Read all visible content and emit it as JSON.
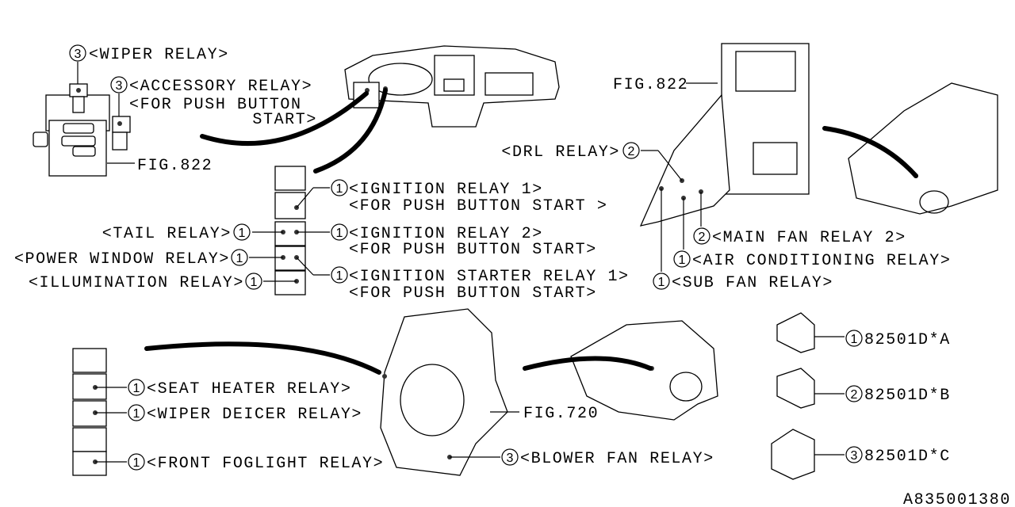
{
  "figure_id": "A835001380",
  "callouts": {
    "wiper": {
      "num": "3",
      "lines": [
        "<WIPER RELAY>"
      ]
    },
    "accessory": {
      "num": "3",
      "lines": [
        "<ACCESSORY RELAY>",
        "<FOR PUSH BUTTON",
        "START>"
      ]
    },
    "ign1": {
      "num": "1",
      "lines": [
        "<IGNITION RELAY 1>",
        "<FOR PUSH BUTTON START >"
      ]
    },
    "tail": {
      "num": "1",
      "lines": [
        "<TAIL RELAY>"
      ]
    },
    "ign2": {
      "num": "1",
      "lines": [
        "<IGNITION RELAY 2>",
        "<FOR PUSH BUTTON START>"
      ]
    },
    "power_window": {
      "num": "1",
      "lines": [
        "<POWER WINDOW RELAY>"
      ]
    },
    "illumination": {
      "num": "1",
      "lines": [
        "<ILLUMINATION RELAY>"
      ]
    },
    "ign_starter": {
      "num": "1",
      "lines": [
        "<IGNITION STARTER RELAY 1>",
        "<FOR PUSH BUTTON START>"
      ]
    },
    "drl": {
      "num": "2",
      "lines": [
        "<DRL RELAY>"
      ]
    },
    "main_fan": {
      "num": "2",
      "lines": [
        "<MAIN FAN RELAY 2>"
      ]
    },
    "air_con": {
      "num": "1",
      "lines": [
        "<AIR CONDITIONING RELAY>"
      ]
    },
    "sub_fan": {
      "num": "1",
      "lines": [
        "<SUB FAN RELAY>"
      ]
    },
    "seat_heater": {
      "num": "1",
      "lines": [
        "<SEAT HEATER RELAY>"
      ]
    },
    "wiper_deicer": {
      "num": "1",
      "lines": [
        "<WIPER DEICER RELAY>"
      ]
    },
    "front_foglight": {
      "num": "1",
      "lines": [
        "<FRONT FOGLIGHT RELAY>"
      ]
    },
    "blower_fan": {
      "num": "3",
      "lines": [
        "<BLOWER FAN RELAY>"
      ]
    }
  },
  "figure_refs": {
    "fig822_left": "FIG.822",
    "fig822_right": "FIG.822",
    "fig720": "FIG.720"
  },
  "parts": [
    {
      "num": "1",
      "part_number": "82501D*A"
    },
    {
      "num": "2",
      "part_number": "82501D*B"
    },
    {
      "num": "3",
      "part_number": "82501D*C"
    }
  ]
}
